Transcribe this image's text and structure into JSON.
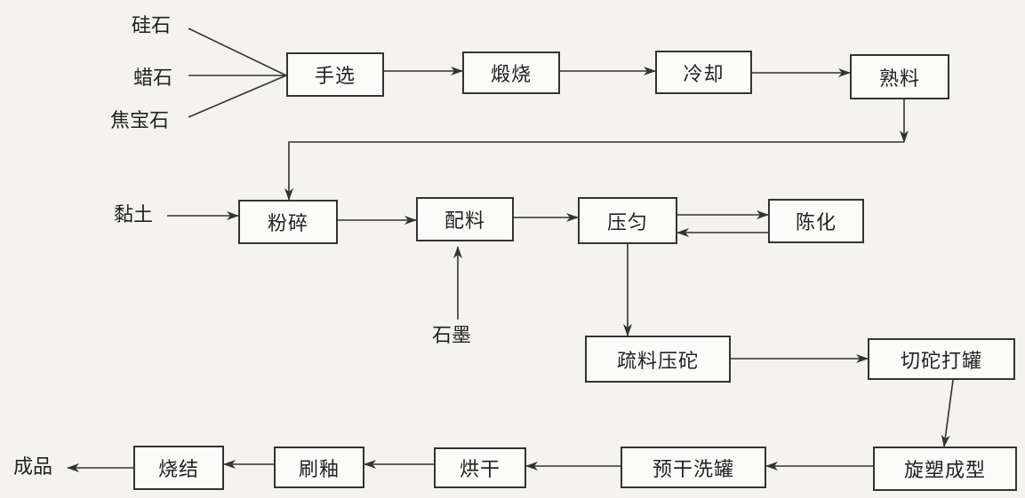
{
  "inputs": {
    "silica": "硅石",
    "wax_stone": "蜡石",
    "coke_stone": "焦宝石",
    "clay": "黏土",
    "graphite": "石墨"
  },
  "steps": {
    "hand_select": "手选",
    "calcine": "煅烧",
    "cool": "冷却",
    "clinker": "熟料",
    "crush": "粉碎",
    "batch": "配料",
    "press_mix": "压匀",
    "aging": "陈化",
    "loosen_press": "疏料压砣",
    "cut_pot": "切砣打罐",
    "spin_form": "旋塑成型",
    "predry_wash": "预干洗罐",
    "dry": "烘干",
    "glaze": "刷釉",
    "sinter": "烧结"
  },
  "outputs": {
    "product": "成品"
  },
  "colors": {
    "line": "#333333",
    "box_border": "#333333",
    "background": "#f4f3ef"
  }
}
